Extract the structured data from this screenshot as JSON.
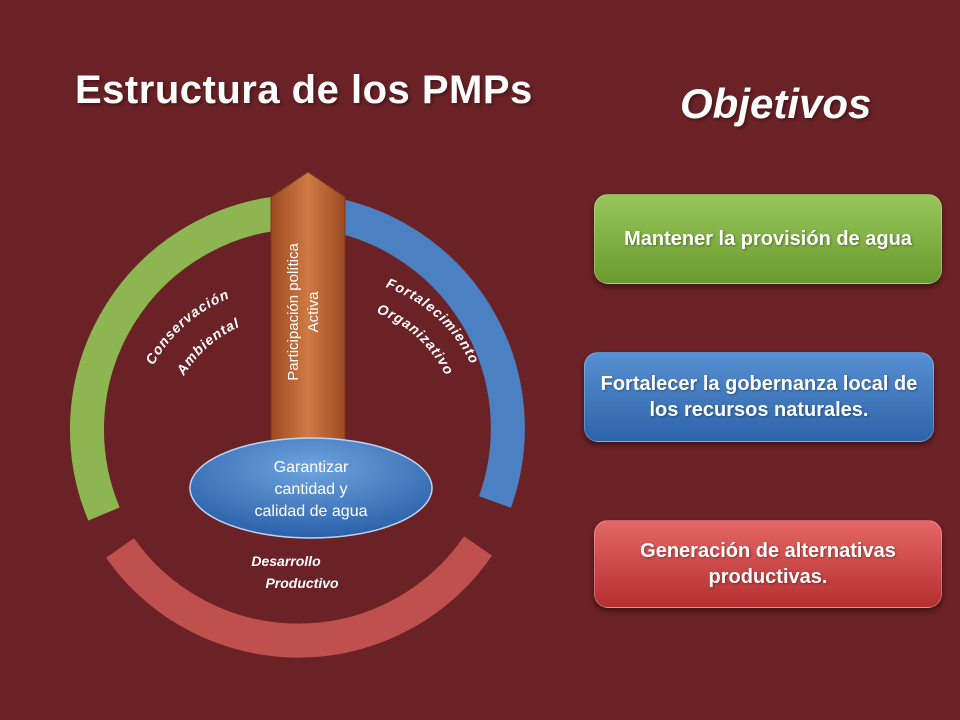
{
  "title": "Estructura de los PMPs",
  "subtitle": "Objetivos",
  "diagram": {
    "arrow_label_line1": "Participación política",
    "arrow_label_line2": "Activa",
    "center_line1": "Garantizar",
    "center_line2": "cantidad y",
    "center_line3": "calidad de agua",
    "green_segment_line1": "Conservación",
    "green_segment_line2": "Ambiental",
    "blue_segment_line1": "Fortalecimiento",
    "blue_segment_line2": "Organizativo",
    "red_segment_line1": "Desarrollo",
    "red_segment_line2": "Productivo"
  },
  "objectives": [
    {
      "label": "Mantener la provisión de agua"
    },
    {
      "label": "Fortalecer  la gobernanza local de los recursos naturales."
    },
    {
      "label": "Generación de alternativas productivas."
    }
  ],
  "colors": {
    "background": "#6b2226",
    "green": "#8cb450",
    "blue": "#4a7fc0",
    "red": "#c0504d",
    "arrow": "#c06a3a"
  }
}
